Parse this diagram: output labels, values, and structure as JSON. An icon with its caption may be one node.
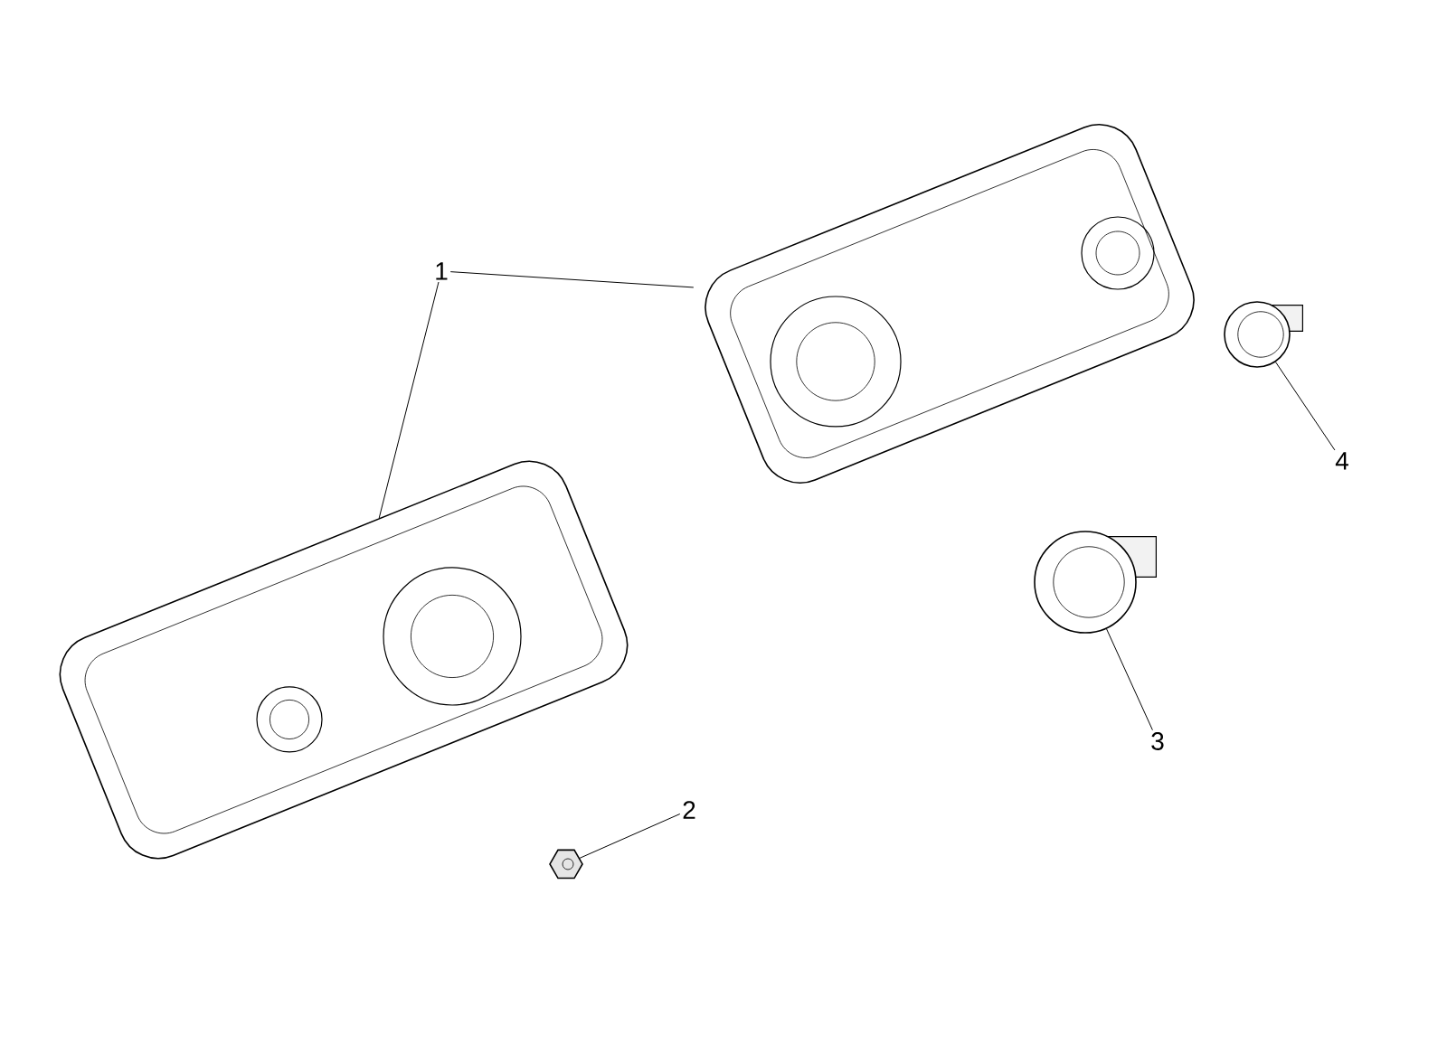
{
  "diagram": {
    "nodes": [
      {
        "text": [
          "1"
        ]
      },
      {
        "text": [],
        "shape": "picture"
      },
      {
        "text": [],
        "shape": "picture"
      },
      {
        "text": [
          "2"
        ]
      },
      {
        "text": [],
        "shape": "picture"
      },
      {
        "text": [
          "3"
        ]
      },
      {
        "text": [],
        "shape": "picture"
      },
      {
        "text": [
          "4"
        ]
      },
      {
        "text": [],
        "shape": "picture"
      }
    ],
    "edges": [
      {
        "from": 0,
        "to": 1,
        "arrow": "none"
      },
      {
        "from": 0,
        "to": 2,
        "arrow": "none"
      },
      {
        "from": 3,
        "to": 4,
        "arrow": "none"
      },
      {
        "from": 5,
        "to": 6,
        "arrow": "none"
      },
      {
        "from": 7,
        "to": 8,
        "arrow": "none"
      }
    ]
  }
}
